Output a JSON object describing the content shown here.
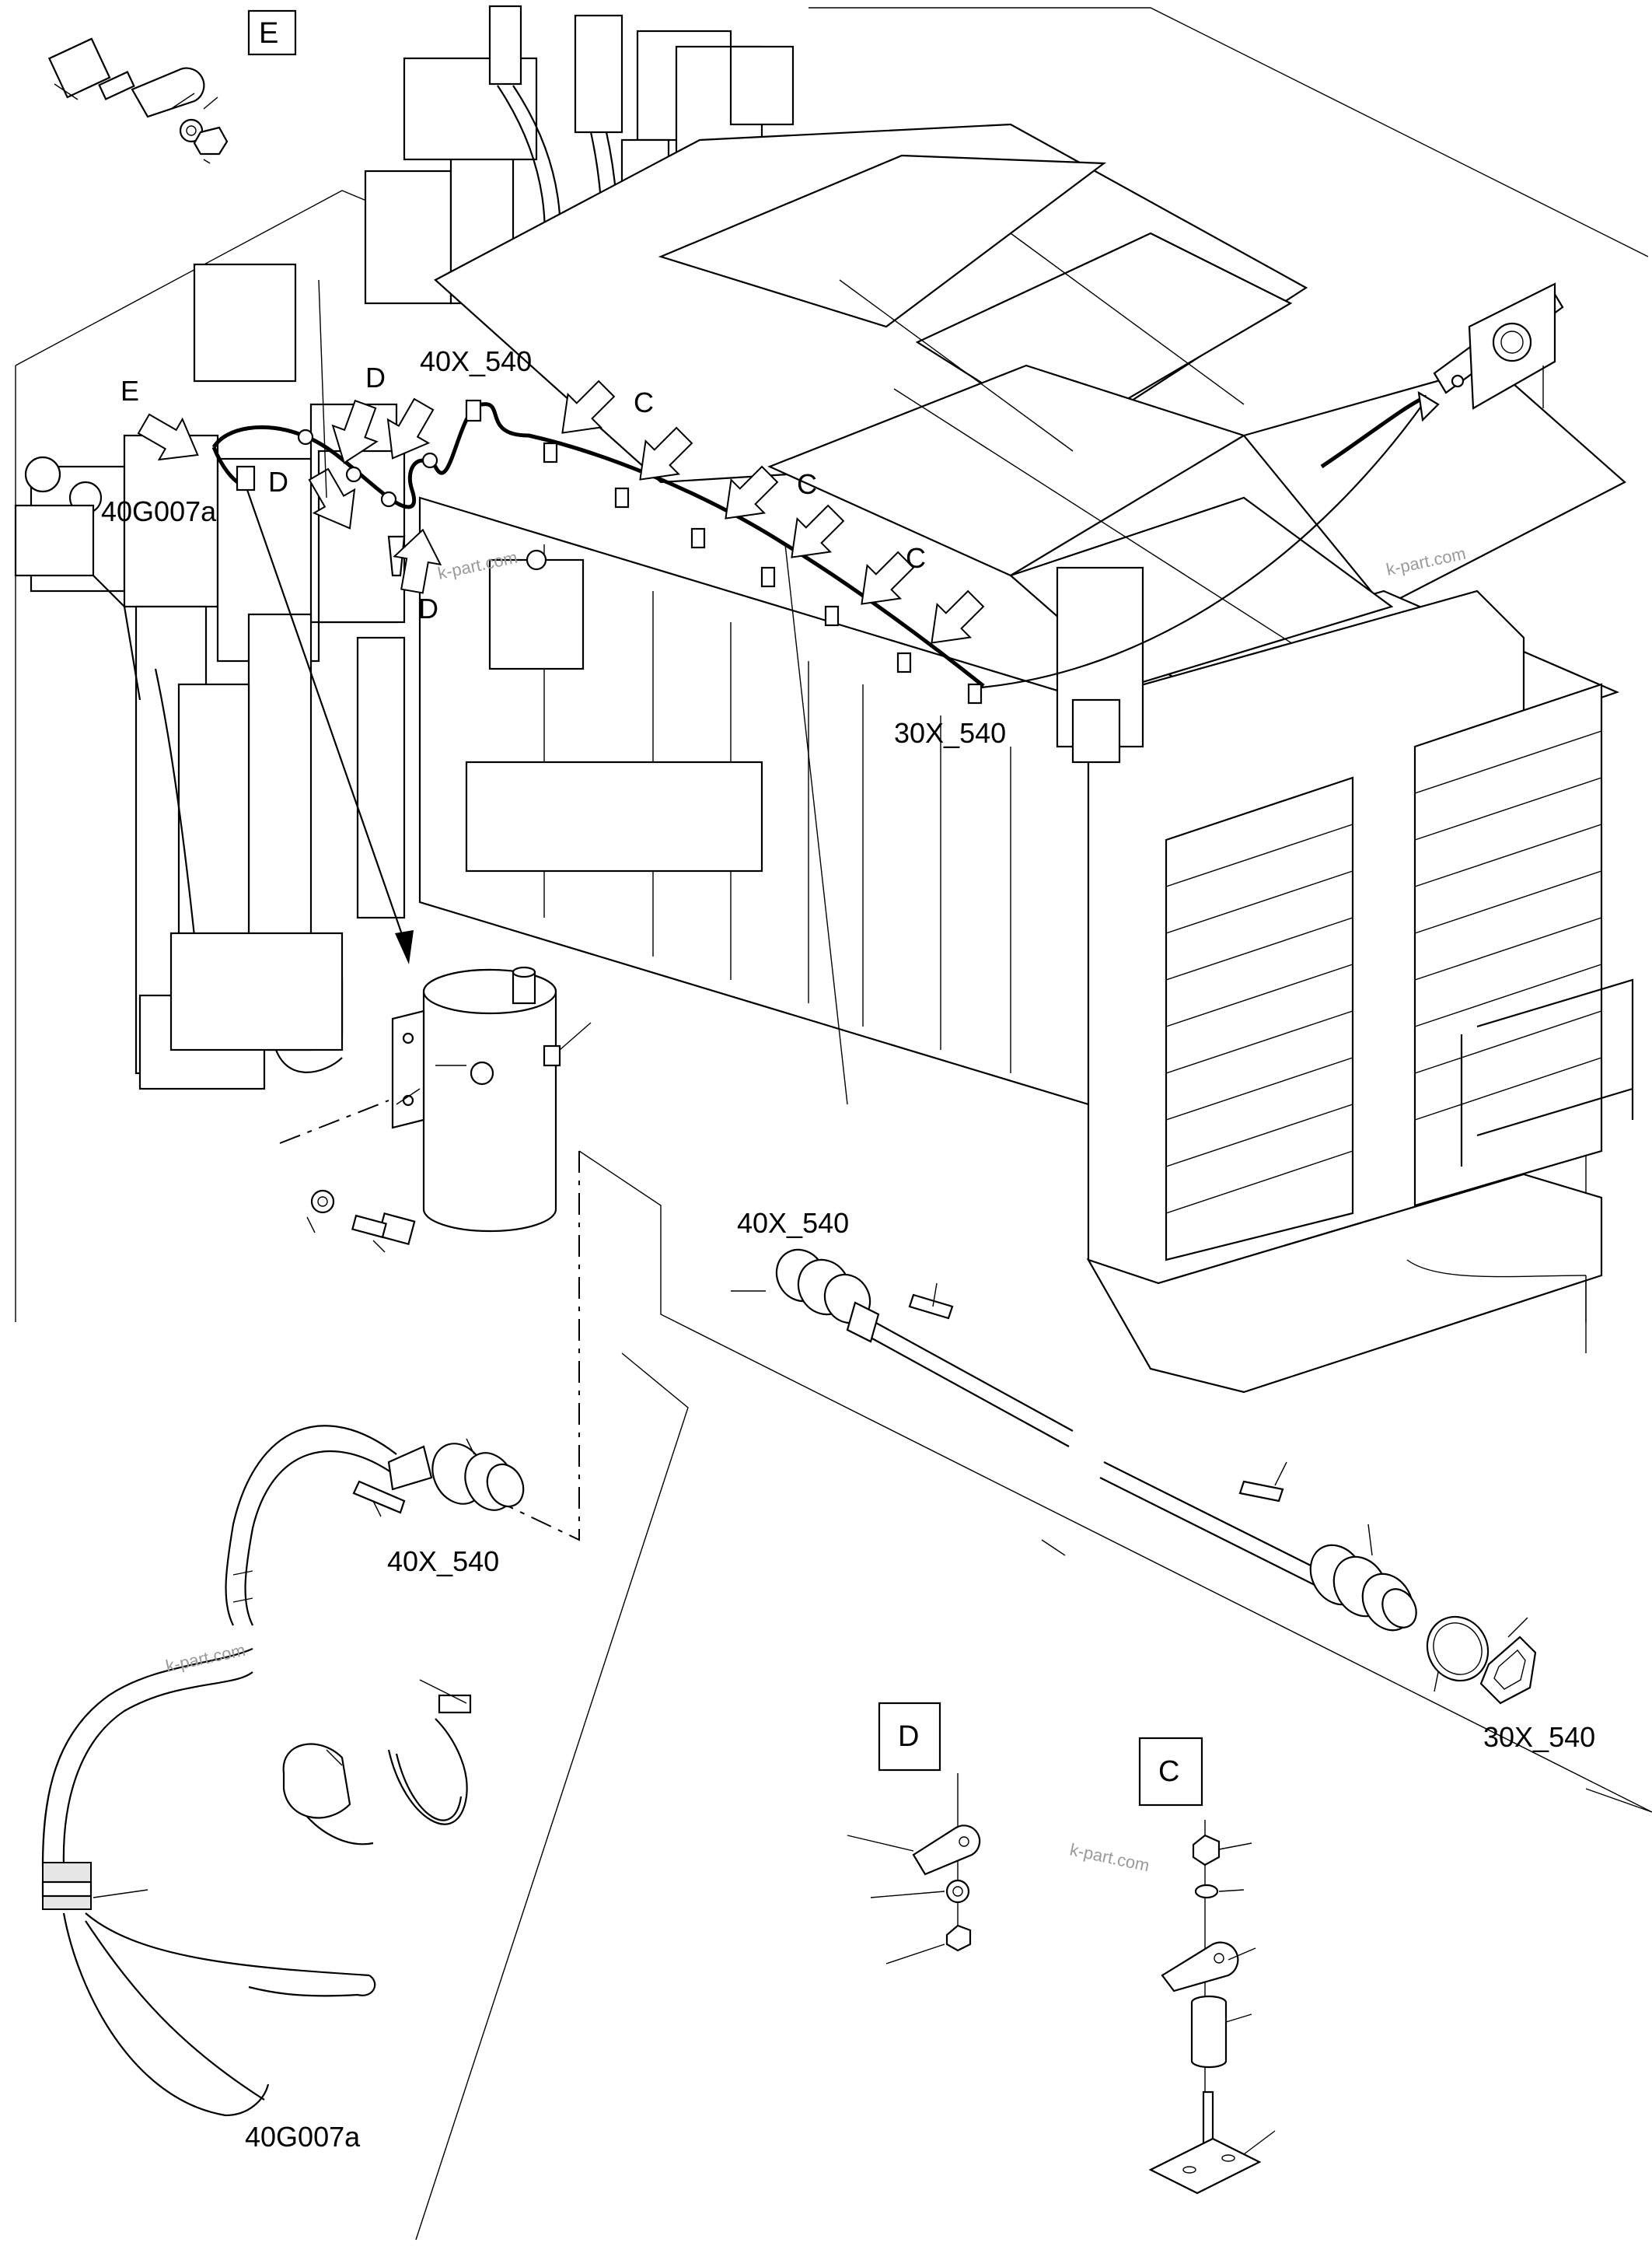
{
  "labels": {
    "connector_40x540": "40X_540",
    "connector_30x540": "30X_540",
    "sensor_40g007a": "40G007a",
    "detail_c": "C",
    "detail_d": "D",
    "detail_e": "E"
  },
  "watermark": "k-part.com"
}
